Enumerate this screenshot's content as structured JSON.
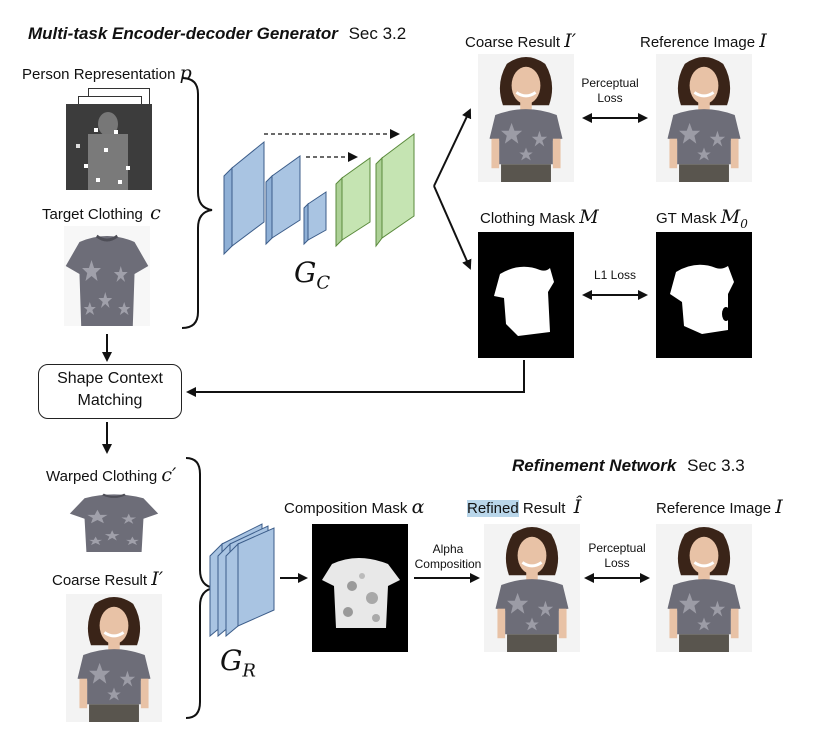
{
  "stage1": {
    "title_bold": "Multi-task Encoder-decoder Generator",
    "title_sec": "Sec 3.2",
    "person_rep_label": "Person Representation",
    "person_rep_math": "p",
    "target_clothing_label": "Target Clothing",
    "target_clothing_math": "c",
    "generator_math": "G",
    "generator_sub": "C",
    "coarse_result_label": "Coarse Result",
    "coarse_result_math": "I′",
    "reference_image_label": "Reference Image",
    "reference_image_math": "I",
    "perceptual_loss_label": "Perceptual\nLoss",
    "clothing_mask_label": "Clothing Mask",
    "clothing_mask_math": "M",
    "gt_mask_label": "GT Mask",
    "gt_mask_math": "M",
    "gt_mask_sub": "0",
    "l1_loss_label": "L1 Loss"
  },
  "shape_context_label": "Shape Context\nMatching",
  "stage2": {
    "title_bold": "Refinement Network",
    "title_sec": "Sec 3.3",
    "warped_clothing_label": "Warped Clothing",
    "warped_clothing_math": "c′",
    "coarse_result_label": "Coarse Result",
    "coarse_result_math": "I′",
    "generator_math": "G",
    "generator_sub": "R",
    "composition_mask_label": "Composition Mask",
    "composition_mask_math": "α",
    "alpha_composition_label": "Alpha\nComposition",
    "refined_result_highlight": "Refined",
    "refined_result_label": "Result",
    "refined_result_math": "Î",
    "reference_image_label": "Reference Image",
    "reference_image_math": "I",
    "perceptual_loss_label": "Perceptual\nLoss"
  },
  "colors": {
    "encoder": "#a9c4e2",
    "decoder": "#c5e4b2",
    "highlight": "#b9d6ea",
    "shirt": "#6d6d78",
    "skin": "#e8c2a6",
    "hair": "#3a2418",
    "pants": "#59554e"
  }
}
